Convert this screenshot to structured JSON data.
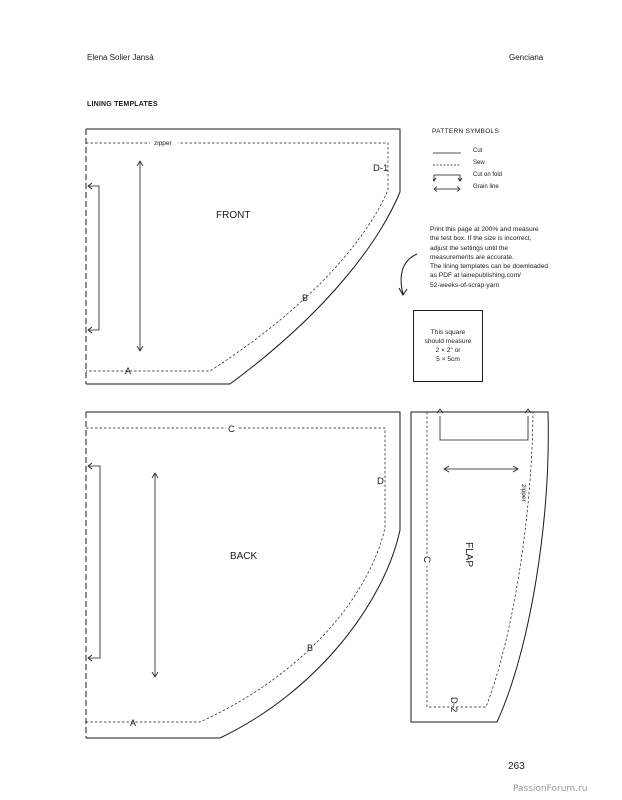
{
  "header": {
    "author": "Elena Solier Jansà",
    "pattern_name": "Genciana"
  },
  "section_title": "LINING TEMPLATES",
  "pattern_symbols": {
    "title": "PATTERN SYMBOLS",
    "items": [
      {
        "icon": "solid-line-icon",
        "label": "Cut"
      },
      {
        "icon": "dashed-line-icon",
        "label": "Sew"
      },
      {
        "icon": "cut-on-fold-icon",
        "label": "Cut on fold"
      },
      {
        "icon": "grain-line-icon",
        "label": "Grain line"
      }
    ]
  },
  "instructions": {
    "lines": [
      "Print this page at 200% and measure",
      "the test box. If the size is incorrect,",
      "adjust the settings until the",
      "measurements are accurate.",
      "The lining templates can be downloaded",
      "as PDF at lainepublishing.com/",
      "52-weeks-of-scrap-yarn"
    ]
  },
  "test_box": {
    "lines": [
      "This square",
      "should measure",
      "2 × 2\" or",
      "5 × 5cm"
    ]
  },
  "pieces": {
    "front": {
      "name": "FRONT",
      "label_zipper": "zipper",
      "label_d1": "D-1",
      "label_b": "B",
      "label_a": "A"
    },
    "back": {
      "name": "BACK",
      "label_c": "C",
      "label_d": "D",
      "label_b": "B",
      "label_a": "A"
    },
    "flap": {
      "name": "FLAP",
      "label_c": "C",
      "label_zipper": "zipper",
      "label_d2": "D-2"
    }
  },
  "page_number": "263",
  "watermark": "PassionForum.ru",
  "colors": {
    "ink": "#1a1a1a",
    "paper": "#ffffff",
    "watermark": "#9a9a9a"
  }
}
